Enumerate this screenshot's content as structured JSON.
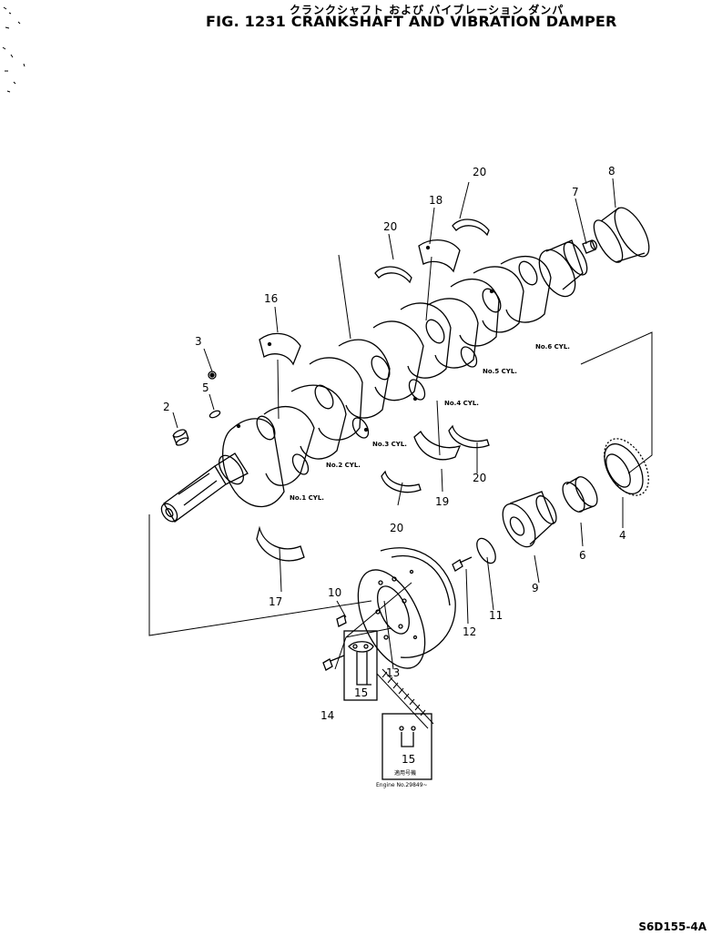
{
  "header": {
    "title_jp": "クランクシャフト および バイブレーション ダンパ",
    "title": "FIG. 1231  CRANKSHAFT AND VIBRATION DAMPER"
  },
  "labels": {
    "cyl1": "No.1 CYL.",
    "cyl2": "No.2 CYL.",
    "cyl3": "No.3 CYL.",
    "cyl4": "No.4 CYL.",
    "cyl5": "No.5 CYL.",
    "cyl6": "No.6 CYL."
  },
  "callouts": {
    "p2": "2",
    "p3": "3",
    "p4": "4",
    "p5": "5",
    "p6": "6",
    "p7": "7",
    "p8": "8",
    "p9": "9",
    "p10": "10",
    "p11": "11",
    "p12": "12",
    "p13": "13",
    "p14": "14",
    "p15a": "15",
    "p15b": "15",
    "p16": "16",
    "p17": "17",
    "p18": "18",
    "p19": "19",
    "p20a": "20",
    "p20b": "20",
    "p20c": "20",
    "p20d": "20"
  },
  "inset": {
    "jp": "適用号機",
    "serial": "Engine No.29849~"
  },
  "footer": {
    "code": "S6D155-4A"
  }
}
